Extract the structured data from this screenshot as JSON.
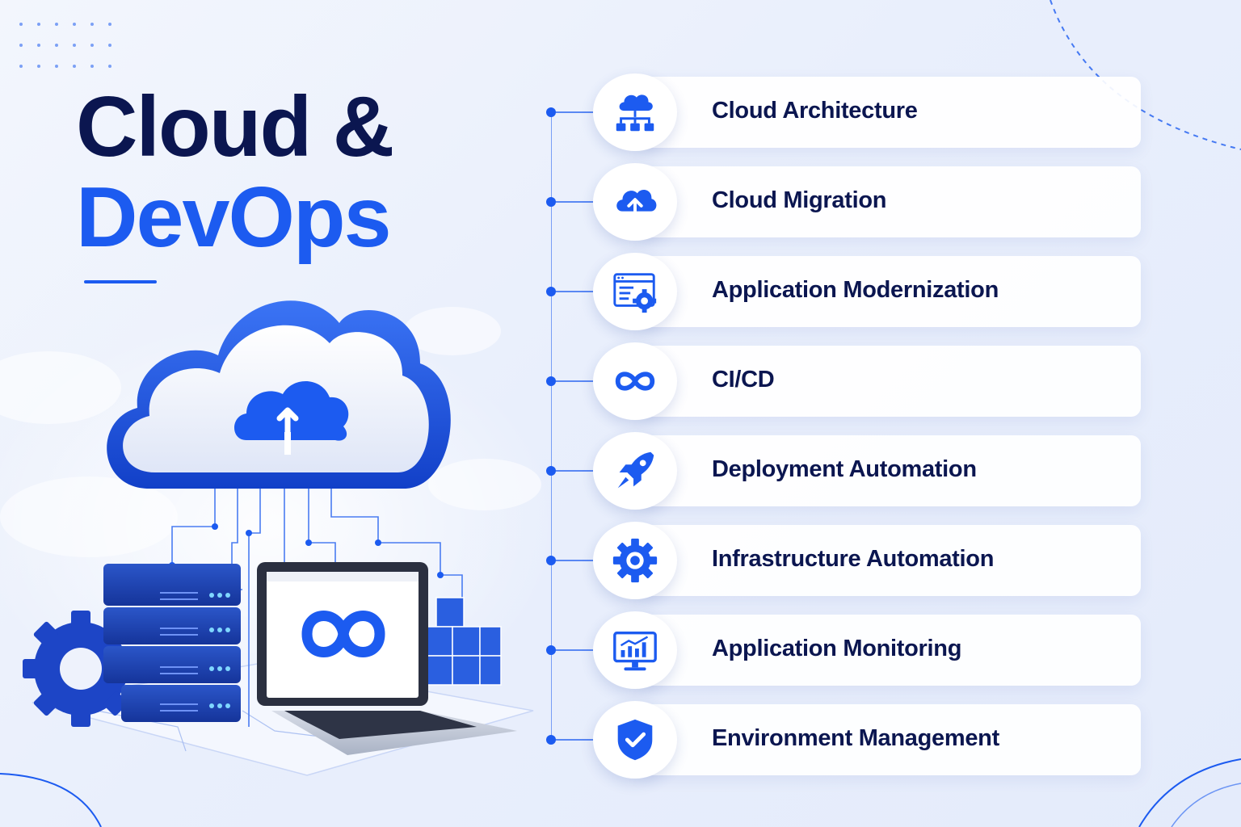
{
  "title": {
    "line1": "Cloud &",
    "line2": "DevOps"
  },
  "colors": {
    "accent": "#1c5bf0",
    "title_dark": "#0b1650",
    "background": "#eef2fc"
  },
  "services": [
    {
      "label": "Cloud Architecture",
      "icon": "cloud-network-icon"
    },
    {
      "label": "Cloud Migration",
      "icon": "cloud-upload-icon"
    },
    {
      "label": "Application Modernization",
      "icon": "app-window-gear-icon"
    },
    {
      "label": "CI/CD",
      "icon": "infinity-icon"
    },
    {
      "label": "Deployment Automation",
      "icon": "rocket-icon"
    },
    {
      "label": "Infrastructure Automation",
      "icon": "gear-icon"
    },
    {
      "label": "Application Monitoring",
      "icon": "monitor-chart-icon"
    },
    {
      "label": "Environment Management",
      "icon": "shield-check-icon"
    }
  ]
}
